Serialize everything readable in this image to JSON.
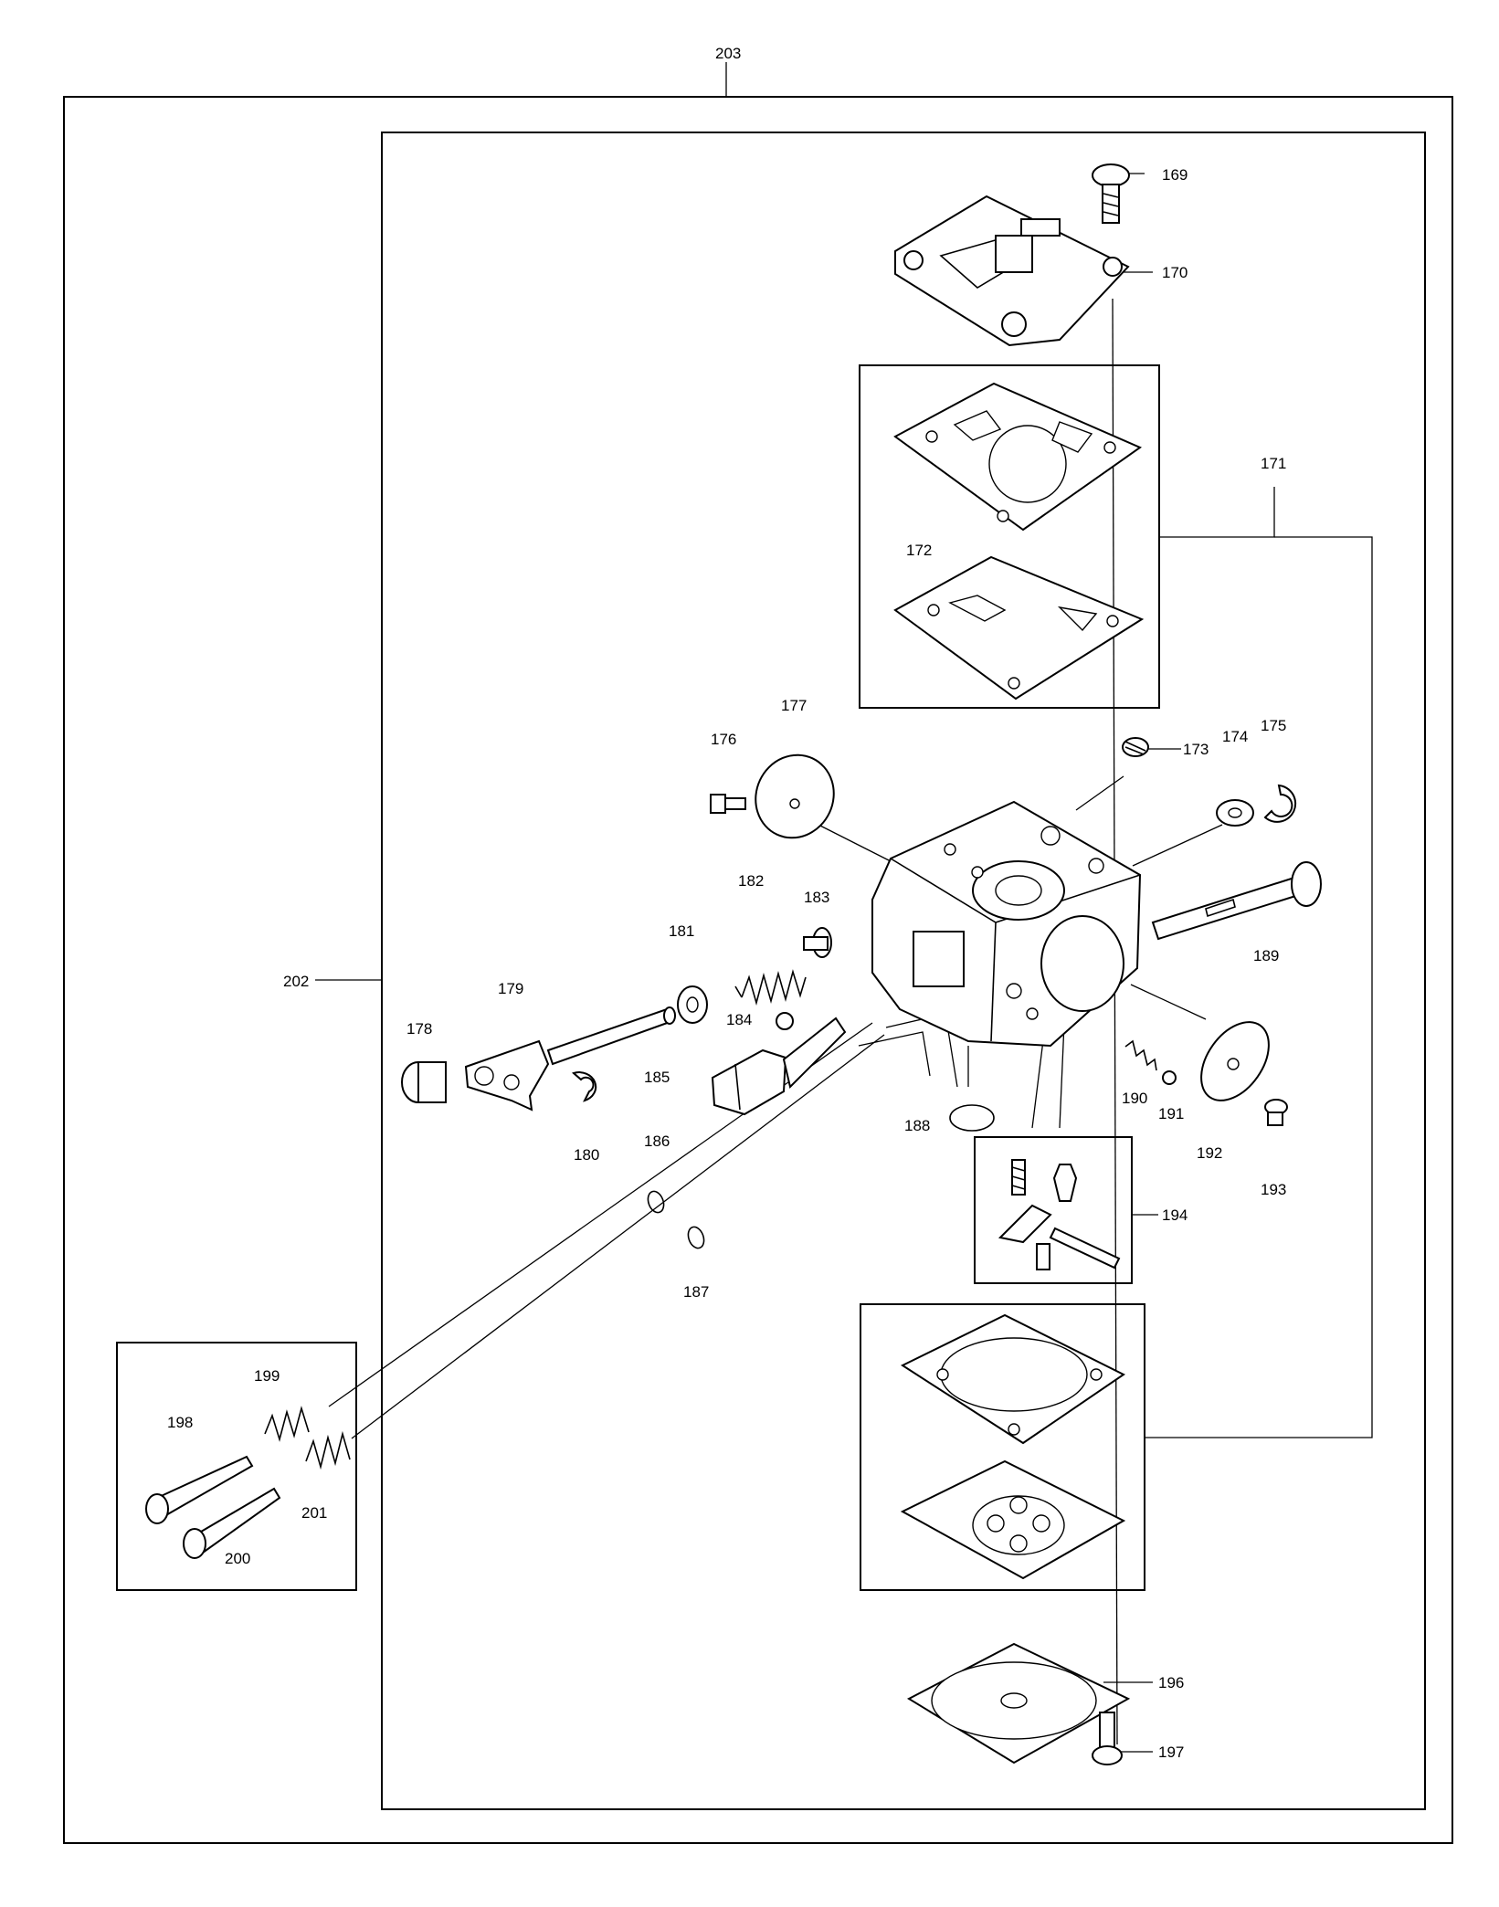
{
  "labels": {
    "p169": "169",
    "p170": "170",
    "p171": "171",
    "p172": "172",
    "p173": "173",
    "p174": "174",
    "p175": "175",
    "p176": "176",
    "p177": "177",
    "p178": "178",
    "p179": "179",
    "p180": "180",
    "p181": "181",
    "p182": "182",
    "p183": "183",
    "p184": "184",
    "p185": "185",
    "p186": "186",
    "p187": "187",
    "p188": "188",
    "p189": "189",
    "p190": "190",
    "p191": "191",
    "p192": "192",
    "p193": "193",
    "p194": "194",
    "p196": "196",
    "p197": "197",
    "p198": "198",
    "p199": "199",
    "p200": "200",
    "p201": "201",
    "p202": "202",
    "p203": "203"
  }
}
